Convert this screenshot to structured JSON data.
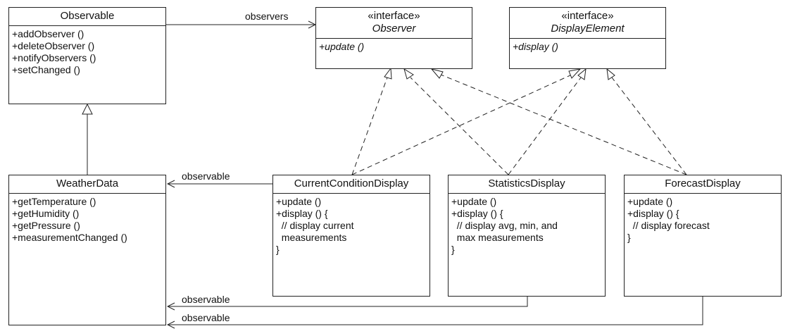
{
  "classes": {
    "observable": {
      "name": "Observable",
      "members": [
        "+addObserver ()",
        "+deleteObserver ()",
        "+notifyObservers ()",
        "+setChanged ()"
      ]
    },
    "observer": {
      "stereotype": "«interface»",
      "name": "Observer",
      "members": [
        "+update ()"
      ]
    },
    "display_element": {
      "stereotype": "«interface»",
      "name": "DisplayElement",
      "members": [
        "+display ()"
      ]
    },
    "weather_data": {
      "name": "WeatherData",
      "members": [
        "+getTemperature ()",
        "+getHumidity ()",
        "+getPressure ()",
        "+measurementChanged ()"
      ]
    },
    "current_condition": {
      "name": "CurrentConditionDisplay",
      "members": [
        "+update ()",
        "+display () {",
        "  // display current",
        "  measurements",
        "}"
      ]
    },
    "statistics": {
      "name": "StatisticsDisplay",
      "members": [
        "+update ()",
        "+display () {",
        "  // display avg, min, and",
        "  max measurements",
        "}"
      ]
    },
    "forecast": {
      "name": "ForecastDisplay",
      "members": [
        "+update ()",
        "+display () {",
        "  // display forecast",
        "}"
      ]
    }
  },
  "labels": {
    "observers": "observers",
    "observable_1": "observable",
    "observable_2": "observable",
    "observable_3": "observable"
  }
}
